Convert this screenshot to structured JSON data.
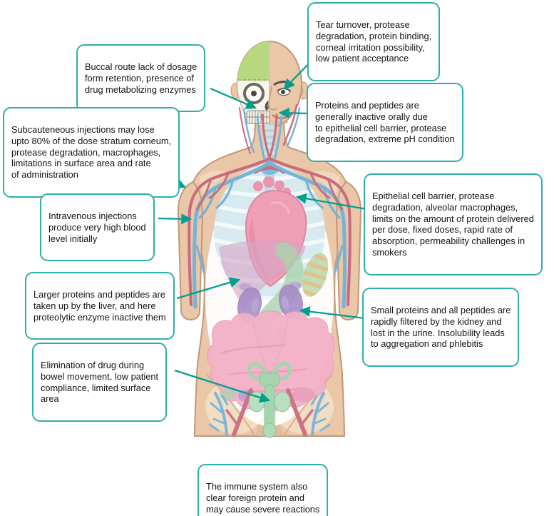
{
  "diagram": {
    "accent_color": "#2fafaa",
    "arrow_color": "#00a090",
    "callouts": [
      {
        "id": "ocular",
        "text": "Tear turnover, protease\ndegradation, protein binding,\ncorneal irritation possibility,\nlow patient acceptance"
      },
      {
        "id": "buccal",
        "text": "Buccal route lack of dosage\nform retention, presence of\ndrug metabolizing enzymes"
      },
      {
        "id": "subcutaneous",
        "text": "Subcauteneous injections may lose\nupto 80% of the dose stratum corneum,\nprotease degradation, macrophages,\nlimitations in surface area and rate\nof administration"
      },
      {
        "id": "oral",
        "text": "Proteins and peptides are\ngenerally inactive orally due\nto epithelial cell barrier, protease\ndegradation, extreme pH condition"
      },
      {
        "id": "intravenous",
        "text": "Intravenous injections\nproduce very high blood\nlevel initially"
      },
      {
        "id": "pulmonary",
        "text": "Epithelial cell barrier, protease\ndegradation, alveolar macrophages,\nlimits on the amount of protein delivered\nper dose, fixed doses, rapid rate of\nabsorption, permeability challenges in\nsmokers"
      },
      {
        "id": "hepatic",
        "text": "Larger proteins and peptides are\ntaken up by the liver, and here\nproteolytic enzyme inactive them"
      },
      {
        "id": "renal",
        "text": "Small proteins and all peptides are\nrapidly filtered by the kidney and\nlost in the urine. Insolubility leads\nto aggregation and phlebitis"
      },
      {
        "id": "rectal",
        "text": "Elimination of drug during\nbowel movement, low patient\ncompliance, limited surface\narea"
      },
      {
        "id": "immune",
        "text": "The immune system also\nclear foreign protein and\nmay cause severe reactions"
      }
    ]
  }
}
